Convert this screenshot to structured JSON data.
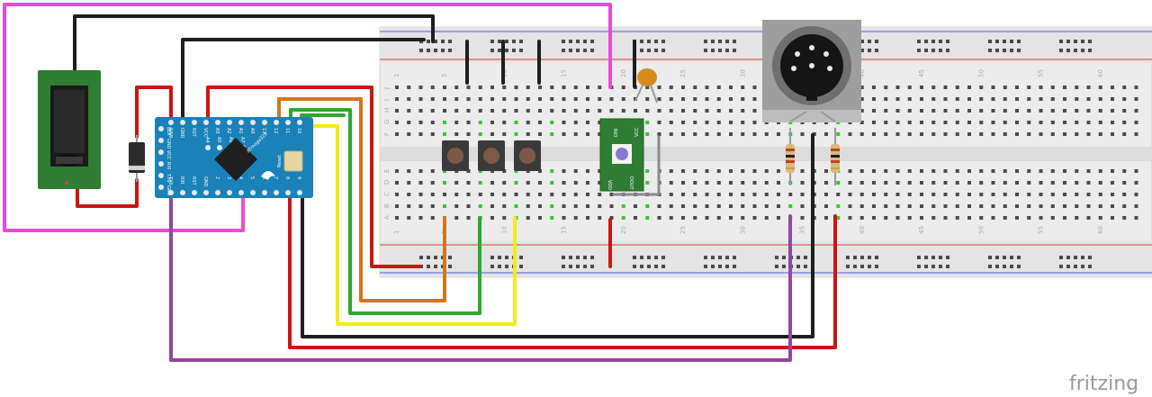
{
  "brand": "fritzing",
  "breadboard": {
    "column_numbers": [
      "1",
      "5",
      "10",
      "15",
      "20",
      "25",
      "30",
      "35",
      "40",
      "45",
      "50",
      "55",
      "60"
    ],
    "row_letters_top": [
      "J",
      "I",
      "H",
      "G",
      "F"
    ],
    "row_letters_bottom": [
      "E",
      "D",
      "C",
      "B",
      "A"
    ]
  },
  "arduino": {
    "chip_label": "ATmega328",
    "reset_label": "Reset",
    "top_pins": [
      "RAW",
      "GND",
      "RST",
      "VCC",
      "A3",
      "A2",
      "A1",
      "A0",
      "13",
      "12",
      "11",
      "10"
    ],
    "bottom_pins": [
      "TX0",
      "RXI",
      "RST",
      "GND",
      "2",
      "3",
      "4",
      "5",
      "6",
      "7",
      "8",
      "9"
    ],
    "left_pins": [
      "GRN",
      "TX0",
      "RXI",
      "VCC",
      "GND",
      "BLK"
    ],
    "inner_pins": [
      "A4",
      "A5",
      "A6",
      "A7"
    ]
  },
  "led_module": {
    "pins": [
      "DIN",
      "VCC",
      "VDD",
      "DOUT"
    ]
  },
  "colors": {
    "wire_magenta": "#e94bd4",
    "wire_black": "#1e1e1e",
    "wire_red": "#cc1414",
    "wire_orange": "#d7741c",
    "wire_green": "#2ea82e",
    "wire_yellow": "#f2ec1a",
    "wire_purple": "#8e4a9a",
    "wire_gray": "#8a8a8a",
    "arduino_blue": "#1a82b9",
    "pcb_green": "#2e7d32",
    "breadboard": "#ececec"
  }
}
